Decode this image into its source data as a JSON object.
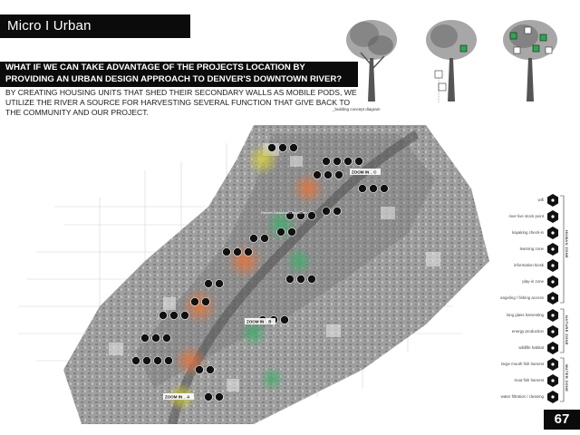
{
  "header": {
    "title": "Micro I Urban"
  },
  "intro": {
    "question": "WHAT IF WE CAN TAKE ADVANTAGE OF THE PROJECTS LOCATION BY PROVIDING AN URBAN DESIGN APPROACH TO DENVER'S DOWNTOWN RIVER?",
    "body": "BY CREATING HOUSING UNITS THAT SHED THEIR SECONDARY WALLS AS MOBILE PODS, WE UTILIZE THE RIVER A SOURCE FOR HARVESTING SEVERAL FUNCTION THAT GIVE BACK TO THE COMMUNITY AND OUR PROJECT."
  },
  "concept": {
    "caption": "_building concept diagram"
  },
  "map": {
    "zoom_labels": [
      "ZOOM IN _ C",
      "ZOOM IN _ B",
      "ZOOM IN _ A"
    ],
    "place_labels": [
      "Denver Downtown Aquarium"
    ]
  },
  "legend": {
    "human_zone": [
      "wifi",
      "river live stock point",
      "kayaking check-in",
      "learning zone",
      "information kiosk",
      "play-in zone",
      "angeling / fishing access"
    ],
    "nature_zone": [
      "long glass harvesting",
      "energy production",
      "wildlife habitat"
    ],
    "water_zone": [
      "large mouth fish harvest",
      "trout fish harvest",
      "water filtration / cleaning"
    ],
    "zone_labels": [
      "HUMAN ZONE",
      "NATURE ZONE",
      "WATER ZONE"
    ]
  },
  "footer": {
    "page_number": "67"
  }
}
